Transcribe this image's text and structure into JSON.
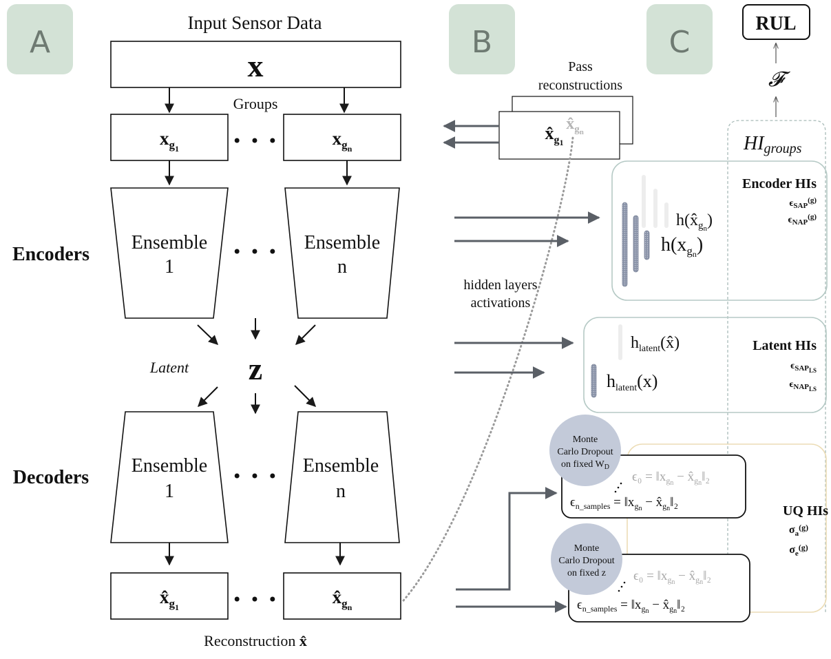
{
  "panels": {
    "a": {
      "letter": "A",
      "bg": "#d3e2d6"
    },
    "b": {
      "letter": "B",
      "bg": "#d3e2d6"
    },
    "c": {
      "letter": "C",
      "bg": "#d3e2d6"
    }
  },
  "panel_a": {
    "title": "Input Sensor Data",
    "input": "x",
    "groups_label": "Groups",
    "group_1": {
      "base": "x",
      "sub": "g",
      "subsub": "1"
    },
    "group_n": {
      "base": "x",
      "sub": "g",
      "subsub": "n"
    },
    "ellipsis": "• • •",
    "encoders_label": "Encoders",
    "decoders_label": "Decoders",
    "ensemble_word": "Ensemble",
    "ensemble_1": "1",
    "ensemble_n": "n",
    "latent_label": "Latent",
    "latent_symbol": "z",
    "recon_1": {
      "base": "x̂",
      "sub": "g",
      "subsub": "1"
    },
    "recon_n": {
      "base": "x̂",
      "sub": "g",
      "subsub": "n"
    },
    "recon_label": "Reconstruction",
    "recon_symbol": "x̂"
  },
  "panel_b": {
    "pass_label_line1": "Pass",
    "pass_label_line2": "reconstructions",
    "front": {
      "base": "x̂",
      "sub": "g",
      "subsub": "1"
    },
    "back": {
      "base": "x̂",
      "sub": "g",
      "subsub": "n"
    },
    "hidden_line1": "hidden layers",
    "hidden_line2": "activations"
  },
  "panel_c": {
    "rul": "RUL",
    "mapping": "𝓕",
    "hi_groups_main": "HI",
    "hi_groups_sub": "groups",
    "encoder": {
      "title": "Encoder HIs",
      "m1_base": "ϵ",
      "m1_sub": "SAP",
      "m1_sup": "(g)",
      "m2_base": "ϵ",
      "m2_sub": "NAP",
      "m2_sup": "(g)",
      "hxhat_base": "h(x̂",
      "hxhat_sub": "g",
      "hxhat_subsub": "n",
      "hxhat_close": ")",
      "hx_base": "h(x",
      "hx_sub": "g",
      "hx_subsub": "n",
      "hx_close": ")"
    },
    "latent": {
      "title": "Latent HIs",
      "m1_base": "ϵ",
      "m1_sub": "SAP",
      "m1_subsub": "LS",
      "m2_base": "ϵ",
      "m2_sub": "NAP",
      "m2_subsub": "LS",
      "hxhat_base": "h",
      "hxhat_sub": "latent",
      "hxhat_arg": "(x̂)",
      "hx_base": "h",
      "hx_sub": "latent",
      "hx_arg": "(x)"
    },
    "uq": {
      "title": "UQ HIs",
      "m1_base": "σ",
      "m1_sub": "a",
      "m1_sup": "(g)",
      "m2_base": "σ",
      "m2_sub": "e",
      "m2_sup": "(g)"
    },
    "mc_wd": {
      "line1": "Monte",
      "line2": "Carlo Dropout",
      "line3": "on fixed W",
      "line3_sub": "D"
    },
    "mc_z": {
      "line1": "Monte",
      "line2": "Carlo Dropout",
      "line3": "on fixed z"
    },
    "eq_e0": "ϵ₀ = ‖x",
    "eq_mid": " − x̂",
    "eq_end": "‖₂",
    "eq_g": "g",
    "eq_n": "n",
    "eq_en_base": "ϵ",
    "eq_en_sub": "n_samples",
    "eq_en_rest": " = ‖x",
    "circle_color": "#c3cad9",
    "encoder_border": "#b5c9c5",
    "uq_border": "#ecdcb5"
  }
}
